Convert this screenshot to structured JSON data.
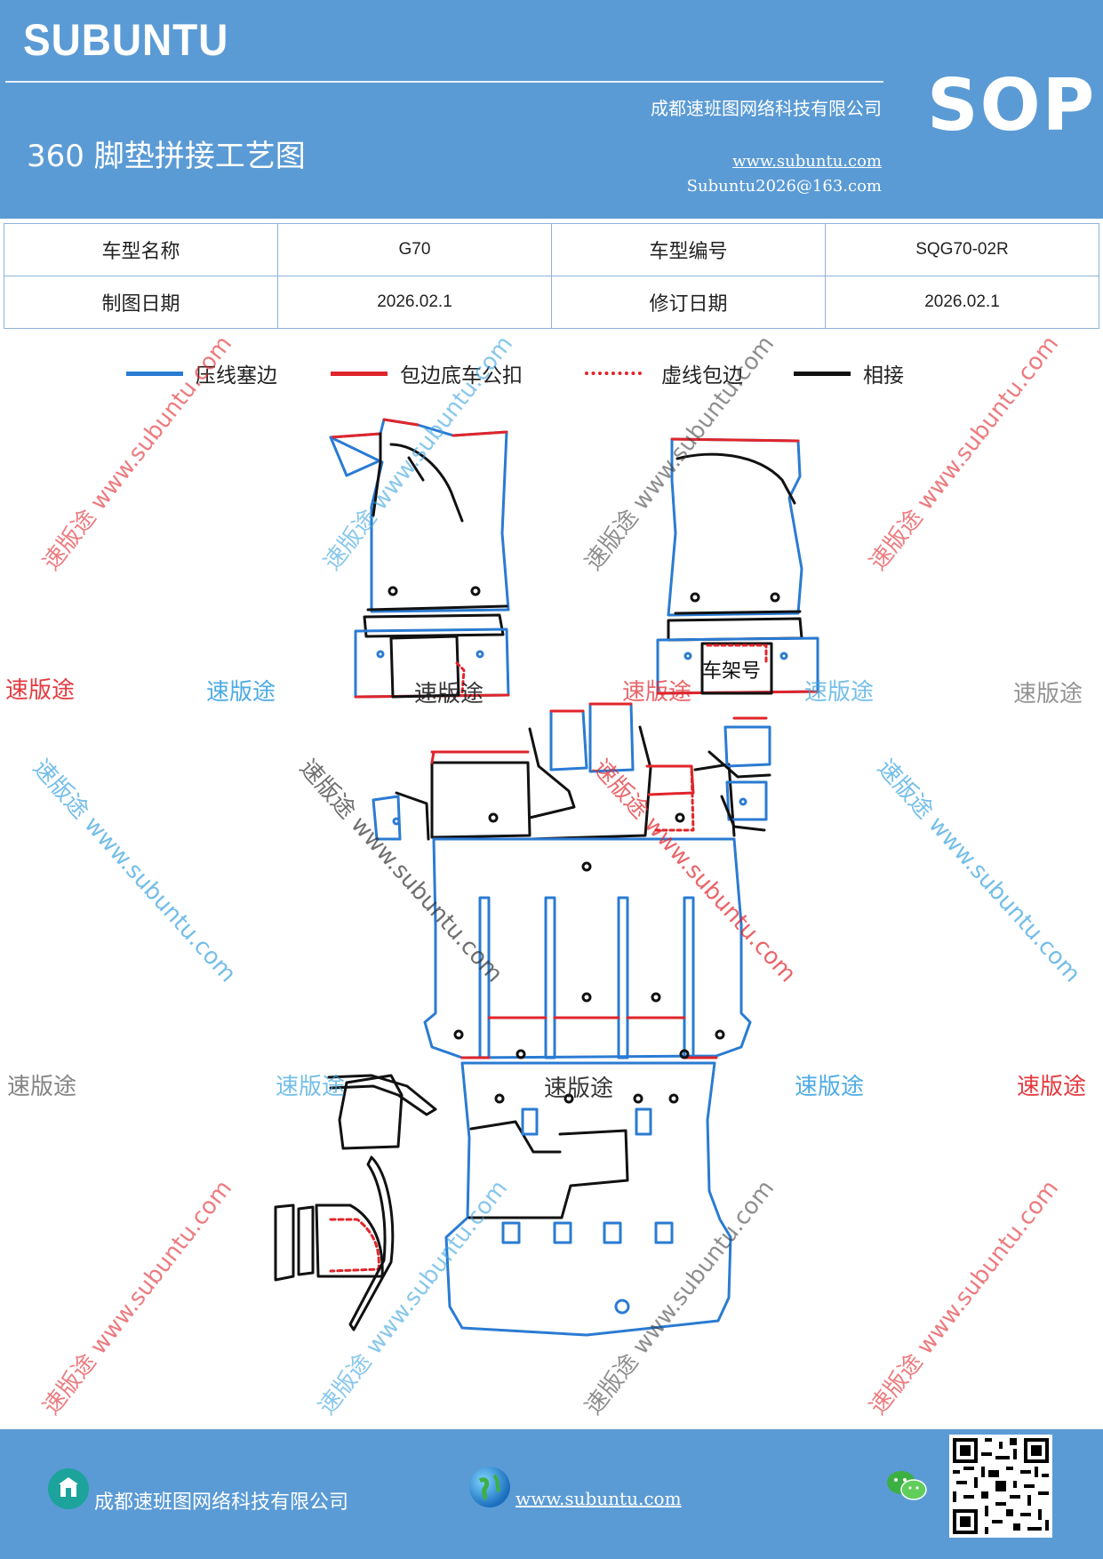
{
  "header": {
    "brand": "SUBUNTU",
    "badge": "SOP",
    "title": "360 脚垫拼接工艺图",
    "company": "成都速班图网络科技有限公司",
    "website": "www.subuntu.com",
    "email": "Subuntu2026@163.com"
  },
  "info_table": {
    "rows": [
      [
        {
          "label": "车型名称"
        },
        {
          "value": "G70"
        },
        {
          "label": "车型编号"
        },
        {
          "value": "SQG70-02R"
        }
      ],
      [
        {
          "label": "制图日期"
        },
        {
          "value": "2026.02.1"
        },
        {
          "label": "修订日期"
        },
        {
          "value": "2026.02.1"
        }
      ]
    ]
  },
  "legend": [
    {
      "label": "压线塞边",
      "color": "#2a7bd3",
      "style": "solid"
    },
    {
      "label": "包边底车公扣",
      "color": "#e0252b",
      "style": "solid"
    },
    {
      "label": "虚线包边",
      "color": "#e0252b",
      "style": "dotted"
    },
    {
      "label": "相接",
      "color": "#111111",
      "style": "solid"
    }
  ],
  "drawing": {
    "vin_label": "车架号"
  },
  "watermarks": {
    "brand": "速版途",
    "url": "www.subuntu.com",
    "combo": "速版途 www.subuntu.com"
  },
  "footer": {
    "company": "成都速班图网络科技有限公司",
    "website": "www.subuntu.com"
  },
  "colors": {
    "header_bg": "#5b9bd5",
    "blue_line": "#2a7bd3",
    "red_line": "#e0252b",
    "black_line": "#111111"
  }
}
